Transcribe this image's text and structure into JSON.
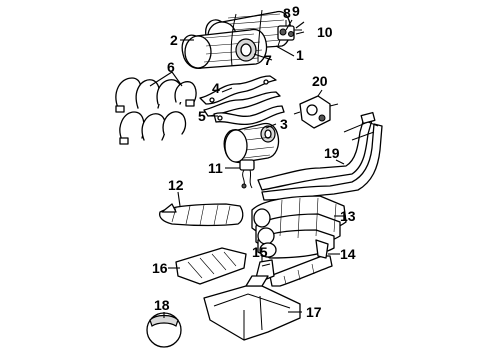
{
  "callouts": {
    "c1": "1",
    "c2": "2",
    "c3": "3",
    "c4": "4",
    "c5": "5",
    "c6": "6",
    "c7": "7",
    "c8": "8",
    "c9": "9",
    "c10": "10",
    "c11": "11",
    "c12": "12",
    "c13": "13",
    "c14": "14",
    "c15": "15",
    "c16": "16",
    "c17": "17",
    "c18": "18",
    "c19": "19",
    "c20": "20"
  },
  "colors": {
    "line": "#000000",
    "background": "#ffffff",
    "shade": "#d9d9d9"
  }
}
